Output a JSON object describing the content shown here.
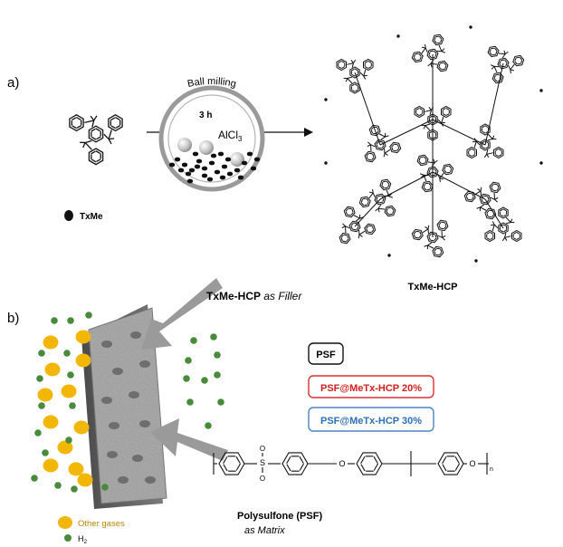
{
  "panel_a": {
    "label": "a)",
    "ball_milling": "Ball milling",
    "time": "3 h",
    "catalyst": "AlCl",
    "catalyst_sub": "3",
    "monomer_legend": "TxMe",
    "product": "TxMe-HCP"
  },
  "panel_b": {
    "label": "b)",
    "filler_name": "TxMe-HCP",
    "filler_role": " as Filler",
    "matrix_name": "Polysulfone (PSF)",
    "matrix_role": "as Matrix",
    "legend": {
      "psf": "PSF",
      "psf20": "PSF@MeTx-HCP 20%",
      "psf30": "PSF@MeTx-HCP 30%"
    },
    "gas_other": "Other gases",
    "gas_h2": "H",
    "gas_h2_sub": "2",
    "polymer_sub": "n",
    "sulfonyl_s": "S",
    "sulfonyl_o": "O",
    "ether_o": "O"
  },
  "colors": {
    "other_gas": "#f2b705",
    "h2": "#4a8a3c",
    "psf20_border": "#d93030",
    "psf20_text": "#d01f1f",
    "psf30_border": "#4a86c0",
    "psf30_text": "#2e6fb5",
    "membrane": "#8c8c8c",
    "arrow_gray": "#9a9a9a"
  }
}
